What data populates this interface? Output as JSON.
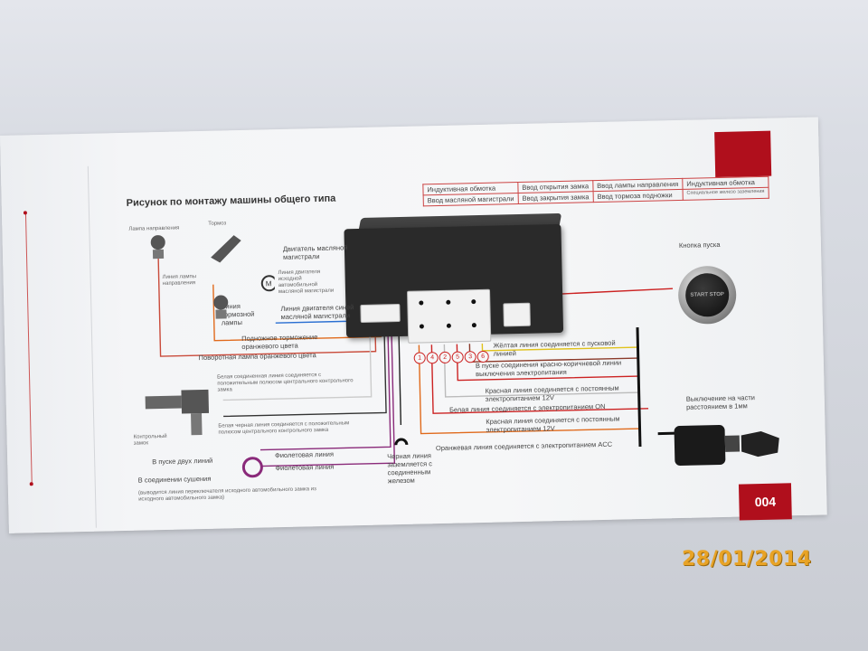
{
  "title": "Рисунок по монтажу машины общего типа",
  "table": [
    [
      "Индуктивная обмотка",
      "Ввод открытия замка",
      "Ввод лампы направления",
      "Индуктивная обмотка"
    ],
    [
      "Ввод масляной магистрали",
      "Ввод закрытия замка",
      "Ввод тормоза подножки",
      "Специальное железо заземления"
    ]
  ],
  "left_labels": {
    "turn_lamp": "Лампа направления",
    "brake": "Тормоз",
    "turn_lamp_wire": "Линия лампы направления",
    "engine_oil": "Двигатель масляной магистрали",
    "engine_wire_note": "Линия двигателя исходной автомобильной масляной магистрали",
    "brake_lamp": "Линия тормозной лампы",
    "blue_wire": "Линия двигателя синей масляной магистрали",
    "orange_brake": "Подножное торможение оранжевого цвета",
    "orange_turn": "Поворотная лампа оранжевого цвета",
    "white_line": "Белая соединенная линия соединяется с положительным полюсом центрального контрольного замка",
    "lock": "Контрольный замок",
    "white_black_line": "Белая черная линия соединяется с положительным полюсом центрального контрольного замка",
    "start_two": "В пуске двух линий",
    "violet1": "Фиолетовая линия",
    "violet2": "Фиолетовая линия",
    "start_conn": "В соединении сушения",
    "start_note": "(выводится линия переключателя исходного автомобильного замка из исходного автомобильного замка)",
    "black_line": "Черная линия заземляется с соединенным железом"
  },
  "right_labels": {
    "start_button": "Кнопка пуска",
    "btn_text": "START STOP",
    "yellow": "Жёлтая линия соединяется с пусковой линией",
    "red_brown": "В пуске соединения красно-коричневой линии выключения электропитания",
    "red1": "Красная линия соединяется с постоянным электропитанием 12V",
    "white_on": "Белая линия соединяется с электропитанием ON",
    "red2": "Красная линия соединяется с постоянным электропитанием 12V",
    "orange_acc": "Оранжевая линия соединяется с электропитанием ACC",
    "switch_off": "Выключение на части расстоянием в 1мм"
  },
  "pins": [
    "1",
    "4",
    "2",
    "5",
    "3",
    "6"
  ],
  "page_number": "004",
  "date_stamp": "28/01/2014",
  "colors": {
    "accent_red": "#b00f1c",
    "date_orange": "#e8a326"
  }
}
